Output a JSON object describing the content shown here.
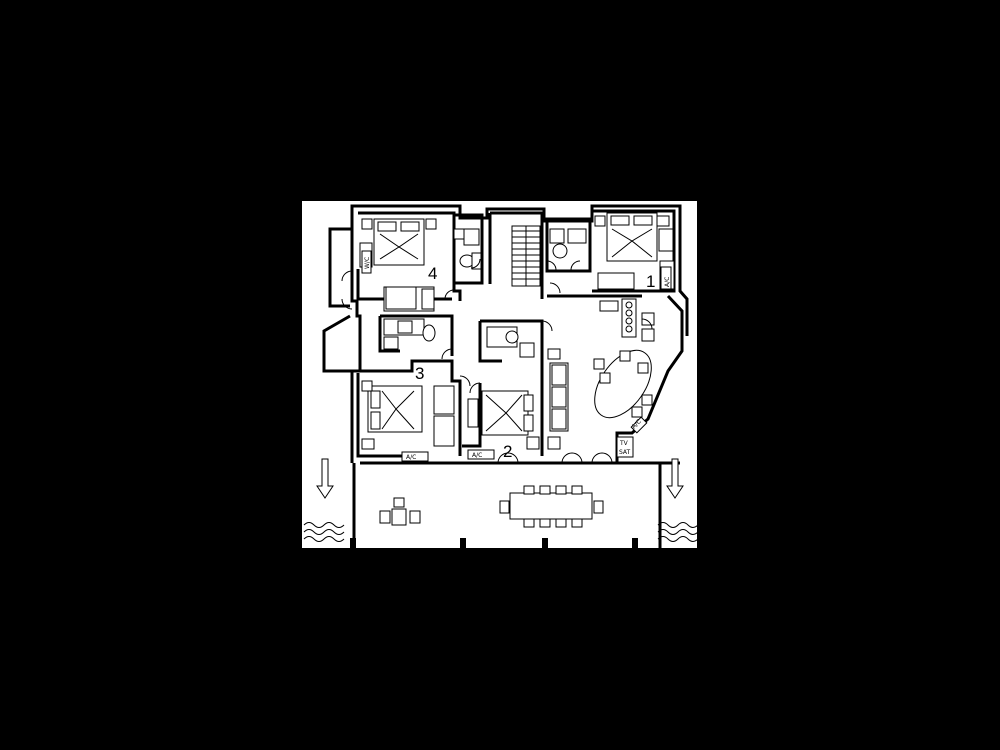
{
  "rooms": [
    {
      "id": "room-1",
      "label": "1"
    },
    {
      "id": "room-2",
      "label": "2"
    },
    {
      "id": "room-3",
      "label": "3"
    },
    {
      "id": "room-4",
      "label": "4"
    }
  ],
  "labels": {
    "ac": "A/C",
    "wc": "W/C",
    "tv": "TV",
    "sat": "SAT"
  },
  "colors": {
    "background": "#000000",
    "plan_bg": "#ffffff",
    "ink": "#000000"
  },
  "icons": [
    "down-arrow-icon",
    "sea-wave-icon"
  ]
}
